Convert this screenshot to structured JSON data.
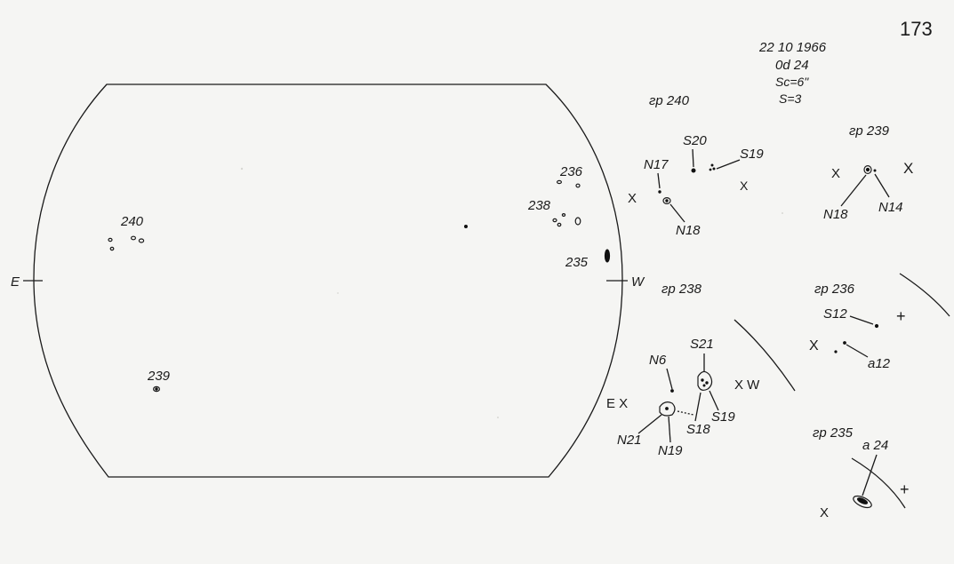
{
  "sheet": {
    "page_number": "173",
    "header": {
      "date": "22 10 1966",
      "time": "0d 24",
      "scale": "Sc=6\"",
      "seeing": "S=3"
    }
  },
  "disk": {
    "east_label": "E",
    "west_label": "W",
    "group_labels": {
      "g240": "240",
      "g239": "239",
      "g236": "236",
      "g238": "238",
      "g235": "235"
    }
  },
  "details": {
    "gr240": {
      "title": "гр 240",
      "labels": [
        "S20",
        "S19",
        "N17",
        "N18"
      ],
      "markers": [
        "X",
        "X"
      ]
    },
    "gr239": {
      "title": "гр 239",
      "labels": [
        "N18",
        "N14"
      ],
      "markers": [
        "X",
        "X"
      ]
    },
    "gr238": {
      "title": "гр 238",
      "labels": [
        "S21",
        "N6",
        "N21",
        "N19",
        "S18",
        "S19"
      ],
      "markers": [
        "E X",
        "X W"
      ]
    },
    "gr236": {
      "title": "гр 236",
      "labels": [
        "S12",
        "a12"
      ],
      "markers": [
        "X",
        "+"
      ]
    },
    "gr235": {
      "title": "гр 235",
      "labels": [
        "a 24"
      ],
      "markers": [
        "X",
        "+"
      ]
    }
  }
}
